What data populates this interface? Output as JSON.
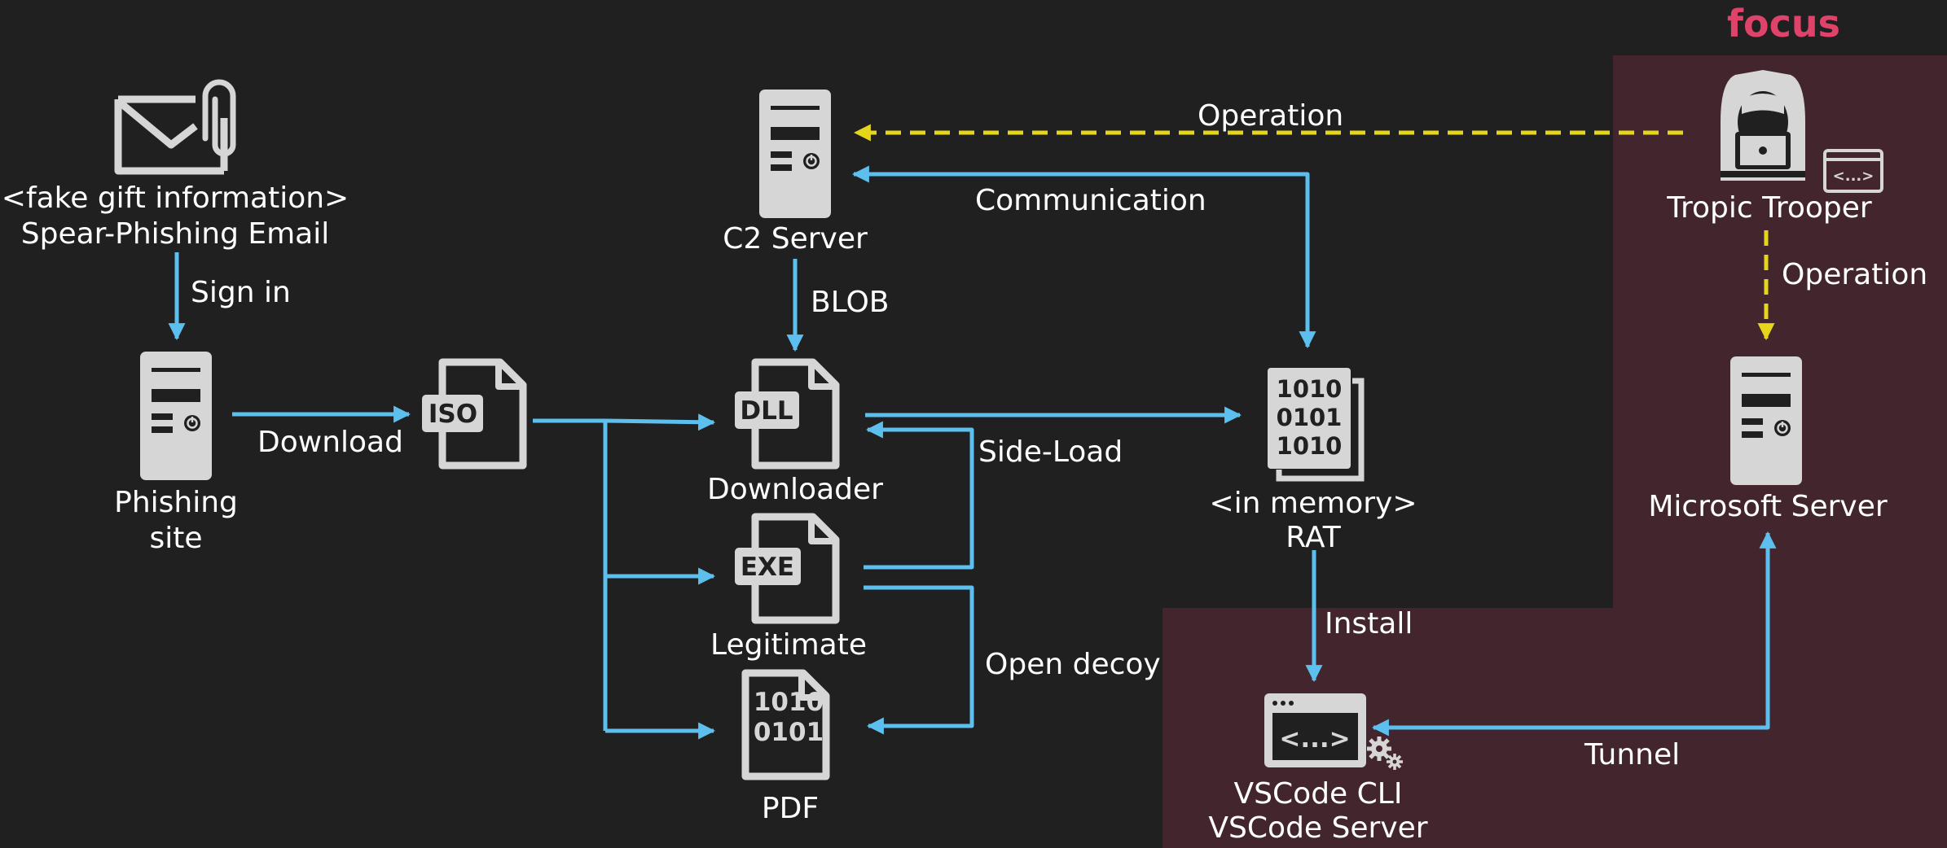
{
  "title": "focus",
  "nodes": {
    "email": {
      "line1": "<fake gift information>",
      "line2": "Spear-Phishing Email",
      "icon": "email-attachment-icon"
    },
    "phishing_site": {
      "line1": "Phishing",
      "line2": "site",
      "icon": "server-icon"
    },
    "iso": {
      "badge": "ISO",
      "icon": "iso-file-icon"
    },
    "c2": {
      "label": "C2 Server",
      "icon": "server-icon"
    },
    "downloader": {
      "badge": "DLL",
      "label": "Downloader",
      "icon": "dll-file-icon"
    },
    "legitimate": {
      "badge": "EXE",
      "label": "Legitimate",
      "icon": "exe-file-icon"
    },
    "pdf": {
      "bin1": "1010",
      "bin2": "0101",
      "label": "PDF",
      "icon": "binary-file-icon"
    },
    "rat": {
      "bin1": "1010",
      "bin2": "0101",
      "bin3": "1010",
      "line1": "<in memory>",
      "line2": "RAT",
      "icon": "binary-stack-icon"
    },
    "tropic": {
      "label": "Tropic Trooper",
      "icon": "hacker-icon",
      "badge": "<...>"
    },
    "ms_server": {
      "label": "Microsoft Server",
      "icon": "server-icon"
    },
    "vscode": {
      "badge": "<...>",
      "line1": "VSCode CLI",
      "line2": "VSCode Server",
      "icon": "code-window-icon"
    }
  },
  "edges": {
    "sign_in": "Sign in",
    "download": "Download",
    "blob": "BLOB",
    "operation_top": "Operation",
    "communication": "Communication",
    "side_load": "Side-Load",
    "open_decoy": "Open decoy",
    "operation_right": "Operation",
    "install": "Install",
    "tunnel": "Tunnel"
  },
  "colors": {
    "background": "#202020",
    "focus_region": "#43262d",
    "focus_text": "#e0436a",
    "arrow_blue": "#5cbfee",
    "arrow_yellow": "#e5d51b",
    "icon_gray": "#d6d6d6",
    "text": "#ffffff"
  }
}
